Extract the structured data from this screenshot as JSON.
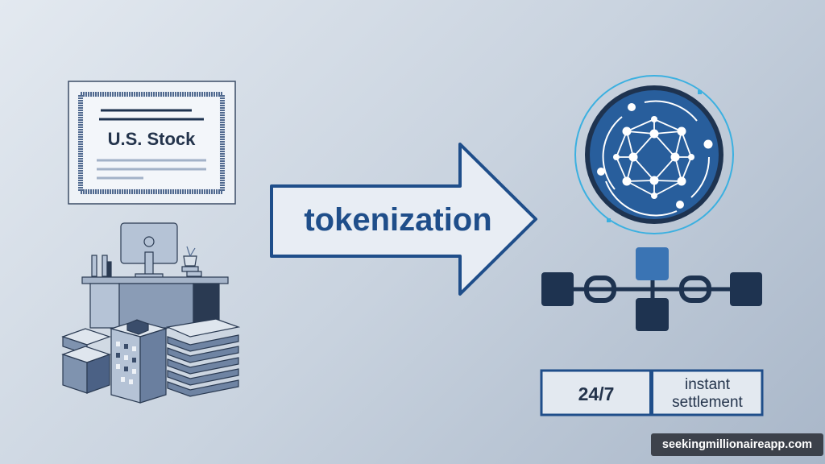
{
  "certificate": {
    "title": "U.S. Stock"
  },
  "arrow": {
    "label": "tokenization"
  },
  "features": [
    {
      "line1": "24/7",
      "line2": ""
    },
    {
      "line1": "instant",
      "line2": "settlement"
    }
  ],
  "watermark": "seekingmillionaireapp.com",
  "colors": {
    "brand_blue": "#1f4e8a",
    "dark_navy": "#1e3350",
    "cyan": "#3bb0e0"
  }
}
